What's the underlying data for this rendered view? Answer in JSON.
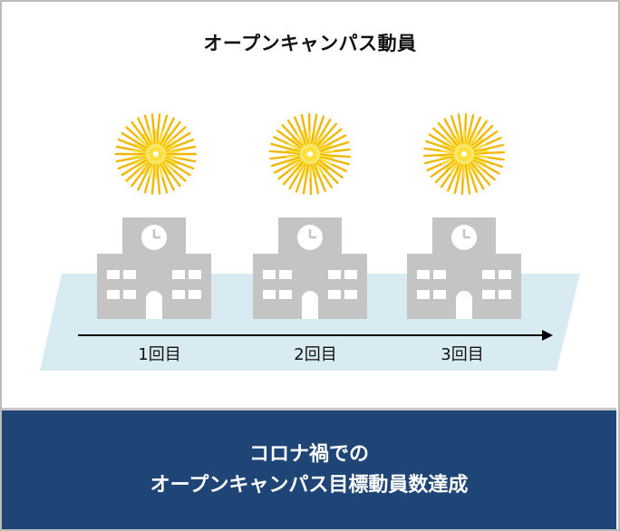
{
  "title": "オープンキャンパス動員",
  "steps": [
    {
      "label": "1回目"
    },
    {
      "label": "2回目"
    },
    {
      "label": "3回目"
    }
  ],
  "banner": {
    "line1": "コロナ禍での",
    "line2": "オープンキャンパス目標動員数達成"
  },
  "colors": {
    "banner_bg": "#1f4577",
    "platform": "#d8ebf3",
    "building": "#c4c4c4",
    "window": "#ffffff",
    "firework_outer": "#f2b705",
    "firework_inner": "#ffe03a",
    "arrow": "#000000"
  },
  "icons": [
    "firework-icon",
    "school-building-icon",
    "clock-icon"
  ]
}
